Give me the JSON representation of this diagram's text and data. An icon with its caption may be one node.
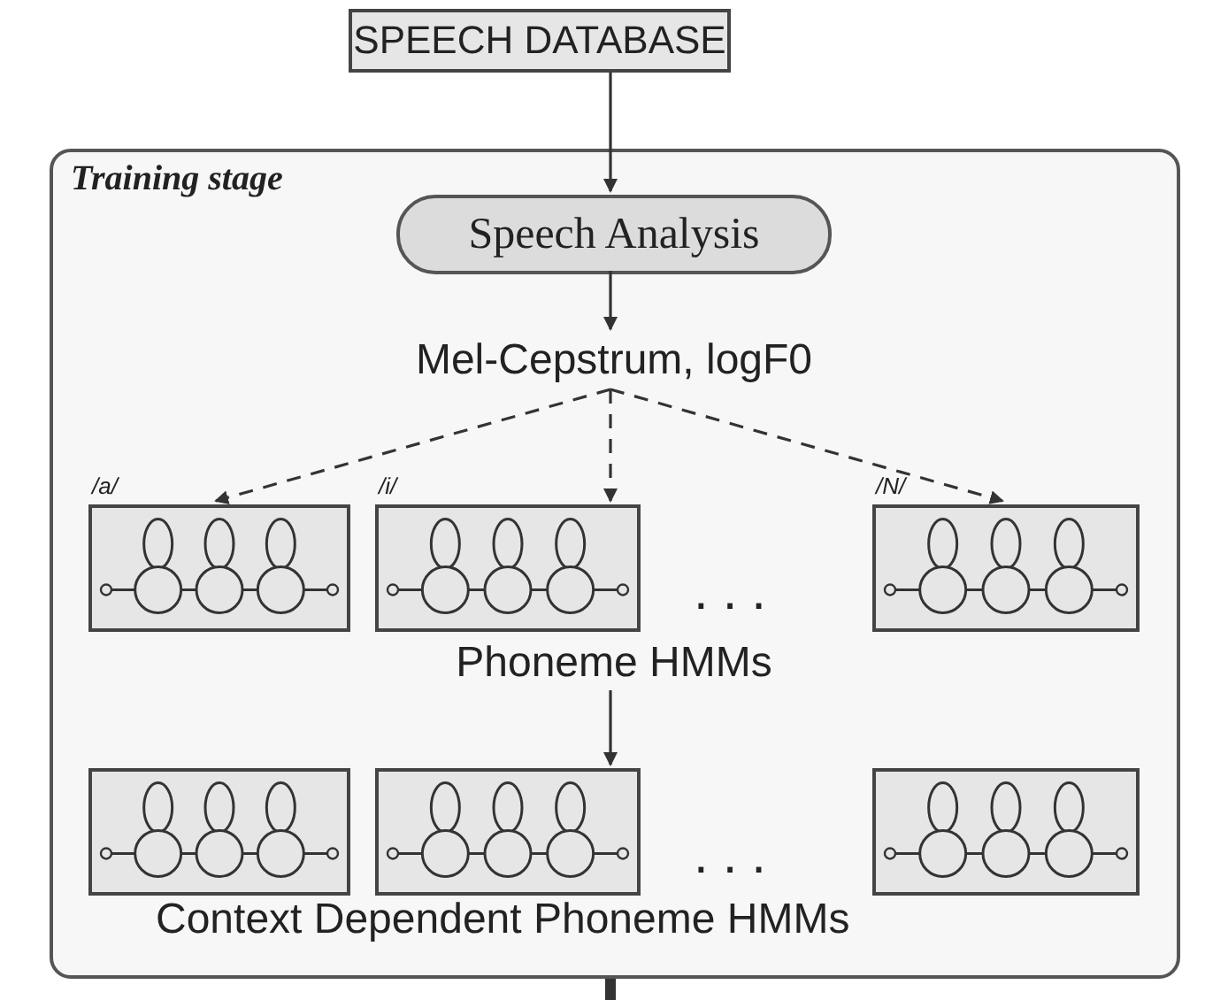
{
  "diagram": {
    "nodes": [
      {
        "text": [
          "SPEECH DATABASE"
        ]
      },
      {
        "text": [
          "Training stage"
        ]
      },
      {
        "text": [
          "Speech Analysis"
        ],
        "in": 1
      },
      {
        "text": [
          "Mel-Cepstrum, logF0"
        ],
        "in": 1
      },
      {
        "text": [],
        "shape": "box",
        "in": 1,
        "beside": [
          "/a/"
        ]
      },
      {
        "text": [],
        "shape": "box",
        "in": 1,
        "beside": [
          "/i/"
        ]
      },
      {
        "text": [],
        "shape": "box",
        "in": 1,
        "beside": [
          "/N/"
        ]
      },
      {
        "text": [
          "Phoneme HMMs"
        ],
        "in": 1
      },
      {
        "text": [],
        "shape": "box",
        "in": 1
      },
      {
        "text": [],
        "shape": "box",
        "in": 1
      },
      {
        "text": [],
        "shape": "box",
        "in": 1
      }
    ],
    "edges": [
      {
        "from": 0,
        "to": 2,
        "arrow": "to"
      },
      {
        "from": 2,
        "to": 3,
        "arrow": "to"
      },
      {
        "from": 3,
        "to": 4,
        "arrow": "to",
        "style": "dashed"
      },
      {
        "from": 3,
        "to": 5,
        "arrow": "to",
        "style": "dashed"
      },
      {
        "from": 3,
        "to": 6,
        "arrow": "to",
        "style": "dashed"
      },
      {
        "from": 7,
        "to": 9,
        "arrow": "to"
      },
      {
        "from": 1,
        "to": null,
        "arrow": "none",
        "style": "thick"
      }
    ],
    "labels": [
      "...",
      "...",
      "Context Dependent Phoneme HMMs"
    ]
  }
}
